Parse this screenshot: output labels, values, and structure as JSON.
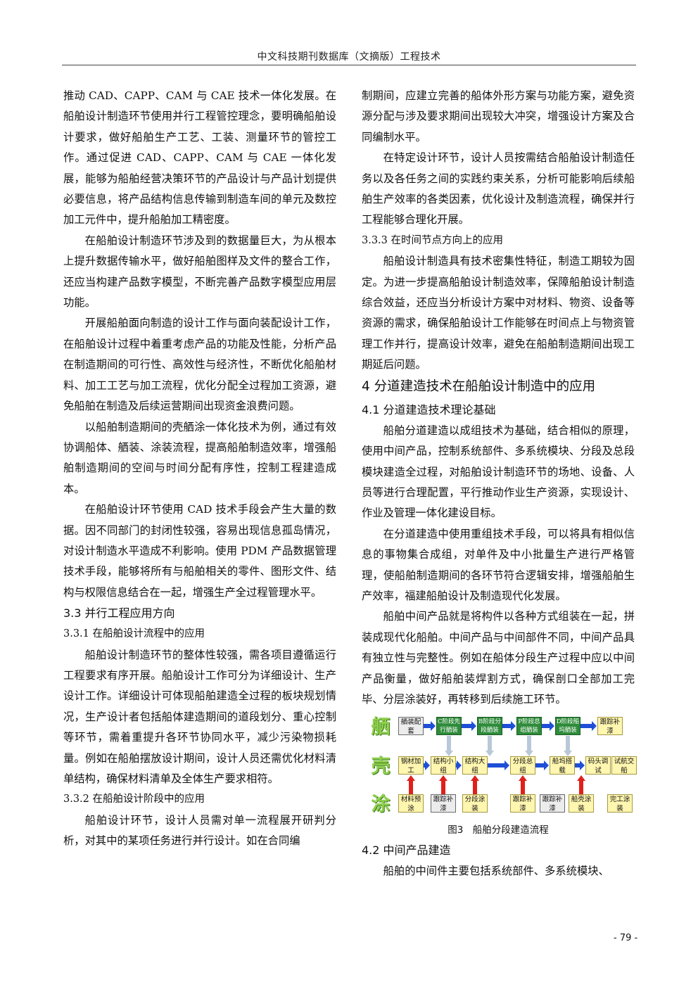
{
  "header": {
    "title": "中文科技期刊数据库（文摘版）工程技术"
  },
  "left": {
    "p1": "推动 CAD、CAPP、CAM 与 CAE 技术一体化发展。在船舶设计制造环节使用并行工程管控理念，要明确船舶设计要求，做好船舶生产工艺、工装、测量环节的管控工作。通过促进 CAD、CAPP、CAM 与 CAE 一体化发展，能够为船舶经营决策环节的产品设计与产品计划提供必要信息，将产品结构信息传输到制造车间的单元及数控加工元件中，提升船舶加工精密度。",
    "p2": "在船舶设计制造环节涉及到的数据量巨大，为从根本上提升数据传输水平，做好船舶图样及文件的整合工作，还应当构建产品数字模型，不断完善产品数字模型应用层功能。",
    "p3": "开展船舶面向制造的设计工作与面向装配设计工作，在船舶设计过程中着重考虑产品的功能及性能，分析产品在制造期间的可行性、高效性与经济性，不断优化船舶材料、加工工艺与加工流程，优化分配全过程加工资源，避免船舶在制造及后续运营期间出现资金浪费问题。",
    "p4": "以船舶制造期间的壳舾涂一体化技术为例，通过有效协调船体、舾装、涂装流程，提高船舶制造效率，增强船舶制造期间的空间与时间分配有序性，控制工程建造成本。",
    "p5": "在船舶设计环节使用 CAD 技术手段会产生大量的数据。因不同部门的封闭性较强，容易出现信息孤岛情况，对设计制造水平造成不利影响。使用 PDM 产品数据管理技术手段，能够将所有与船舶相关的零件、图形文件、结构与权限信息结合在一起，增强生产全过程管理水平。",
    "h33": "3.3 并行工程应用方向",
    "h331": "3.3.1 在船舶设计流程中的应用",
    "p6": "船舶设计制造环节的整体性较强，需各项目遵循运行工程要求有序开展。船舶设计工作可分为详细设计、生产设计工作。详细设计可体现船舶建造全过程的板块规划情况，生产设计者包括船体建造期间的道段划分、重心控制等环节，需着重提升各环节协同水平，减少污染物损耗量。例如在船舶摆放设计期间，设计人员还需优化材料清单结构，确保材料清单及全体生产要求相符。",
    "h332": "3.3.2 在船舶设计阶段中的应用",
    "p7": "船舶设计环节，设计人员需对单一流程展开研判分析，对其中的某项任务进行并行设计。如在合同编"
  },
  "right": {
    "p1": "制期间，应建立完善的船体外形方案与功能方案，避免资源分配与涉及要求期间出现较大冲突，增强设计方案及合同编制水平。",
    "p2": "在特定设计环节，设计人员按需结合船舶设计制造任务以及各任务之间的实践约束关系，分析可能影响后续船舶生产效率的各类因素，优化设计及制造流程，确保并行工程能够合理化开展。",
    "h333": "3.3.3 在时间节点方向上的应用",
    "p3": "船舶设计制造具有技术密集性特征，制造工期较为固定。为进一步提高船舶设计制造效率，保障船舶设计制造综合效益，还应当分析设计方案中对材料、物资、设备等资源的需求，确保船舶设计工作能够在时间点上与物资管理工作并行，提高设计效率，避免在船舶制造期间出现工期延后问题。",
    "h4": "4 分道建造技术在船舶设计制造中的应用",
    "h41": "4.1 分道建造技术理论基础",
    "p4": "船舶分道建造以成组技术为基础，结合相似的原理，使用中间产品，控制系统部件、多系统模块、分段及总段模块建造全过程，对船舶设计制造环节的场地、设备、人员等进行合理配置，平行推动作业生产资源，实现设计、作业及管理一体化建设目标。",
    "p5": "在分道建造中使用重组技术手段，可以将具有相似信息的事物集合成组，对单件及中小批量生产进行严格管理，使船舶制造期间的各环节符合逻辑安排，增强船舶生产效率，福建船舶设计及制造现代化发展。",
    "p6": "船舶中间产品就是将构件以各种方式组装在一起，拼装成现代化船舶。中间产品与中间部件不同，中间产品具有独立性与完整性。例如在船体分段生产过程中应以中间产品衡量，做好船舶装焊割方式，确保剖口全部加工完毕、分层涂装好，再转移到后续施工环节。",
    "figure": {
      "row_labels": [
        "舾",
        "壳",
        "涂"
      ],
      "top": [
        "舾装配套",
        "C阶段先行舾装",
        "B阶段分段舾装",
        "P阶段总组舾装",
        "D阶段船坞舾装",
        "跟踪补漆"
      ],
      "mid": [
        "钢材加工",
        "结构小组",
        "结构大组",
        "分段总组",
        "船坞搭载",
        "码头调试",
        "试航交船"
      ],
      "bottom": [
        "材料预涂",
        "跟踪补漆",
        "分段涂装",
        "跟踪补漆",
        "跟踪补漆",
        "船壳涂装",
        "完工涂装"
      ],
      "colors": {
        "arrow_blue": "#1f4fd6",
        "arrow_red": "#e0201a",
        "arrow_light": "#b9c8d8",
        "green_box": "#2e8b3a",
        "yellow_box": "#fff6b0",
        "gray_box": "#ececec"
      }
    },
    "caption": "图3　船舶分段建造流程",
    "h42": "4.2 中间产品建造",
    "p7": "船舶的中间件主要包括系统部件、多系统模块、"
  },
  "page_number": "- 79 -"
}
